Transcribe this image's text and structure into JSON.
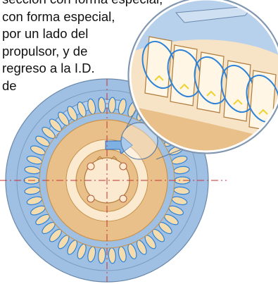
{
  "caption": {
    "lines": [
      "sección con forma especial,",
      "con forma especial,",
      "por un lado del",
      "propulsor, y de",
      "regreso a la I.D.",
      "de"
    ]
  },
  "colors": {
    "outer_disc": "#9fc0e2",
    "outer_disc_edge": "#6a88ad",
    "tan": "#e9c089",
    "tan_dark": "#c89450",
    "hub_light": "#fbead0",
    "flow_loop": "#2f83d6",
    "centerline": "#c73333",
    "magnifier_ring": "#bfcfdf",
    "arrow_yellow": "#f0d22e"
  },
  "icons": {
    "magnifier": "magnifier-detail-icon",
    "flow": "flow-loop-icon",
    "bolt": "bolt-hole-icon"
  }
}
